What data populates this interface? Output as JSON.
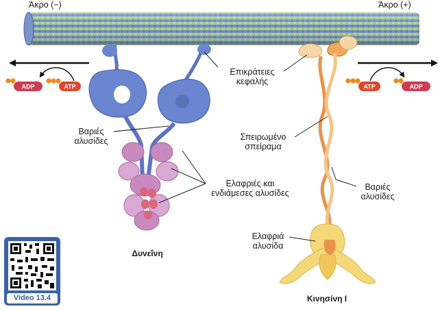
{
  "labels": {
    "minus_end": "Άκρο (−)",
    "plus_end": "Άκρο (+)",
    "head_domains": [
      "Επικράτειες",
      "κεφαλής"
    ],
    "heavy_chains_dynein": [
      "Βαριές",
      "αλυσίδες"
    ],
    "coiled_coil": [
      "Σπειρωμένο",
      "σπείραμα"
    ],
    "light_intermediate_chains": [
      "Ελαφριές και",
      "ενδιάμεσες αλυσίδες"
    ],
    "heavy_chains_kinesin": [
      "Βαριές",
      "αλυσίδες"
    ],
    "light_chain": [
      "Ελαφριά",
      "αλυσίδα"
    ],
    "dynein_title": "Δυνεΐνη",
    "kinesin_title": "Κινησίνη Ι",
    "adp": "ADP",
    "atp": "ATP",
    "video": "Video 13.4"
  },
  "colors": {
    "microtubule_green": "#9ccc5a",
    "microtubule_blue": "#6f86c8",
    "dynein_blue": "#6a86d0",
    "dynein_pink": "#c98ac0",
    "dynein_core": "#d9677a",
    "kinesin_orange": "#f0a85a",
    "kinesin_yellow": "#f5d877",
    "adp_red": "#cc3c52",
    "atp_red": "#e0452e",
    "phosphate_orange": "#f08a1a",
    "video_blue": "#3a62a8"
  }
}
